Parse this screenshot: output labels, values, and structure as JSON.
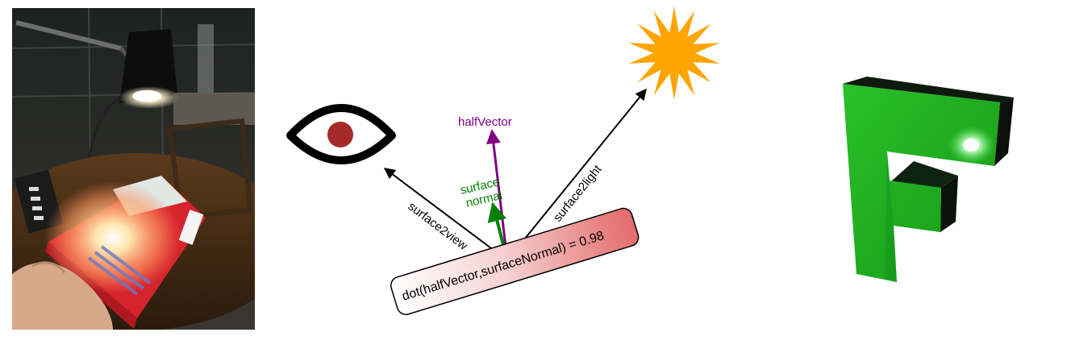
{
  "diagram": {
    "labels": {
      "half_vector": "halfVector",
      "surface_normal_line1": "surface",
      "surface_normal_line2": "normal",
      "surface_to_view": "surface2view",
      "surface_to_light": "surface2light",
      "dot_formula": "dot(halfVector,surfaceNormal) = 0.98"
    },
    "colors": {
      "half_vector": "#800080",
      "surface_normal": "#008000",
      "vectors": "#000000",
      "formula_box_start": "#ffffff",
      "formula_box_end": "#e46a6a",
      "sun": "#ffa500",
      "eye_pupil": "#a52a2a",
      "f_letter": "#22b822"
    },
    "icons": [
      "eye-icon",
      "sun-icon",
      "photo-lamp-and-book",
      "shaded-f-render"
    ]
  }
}
